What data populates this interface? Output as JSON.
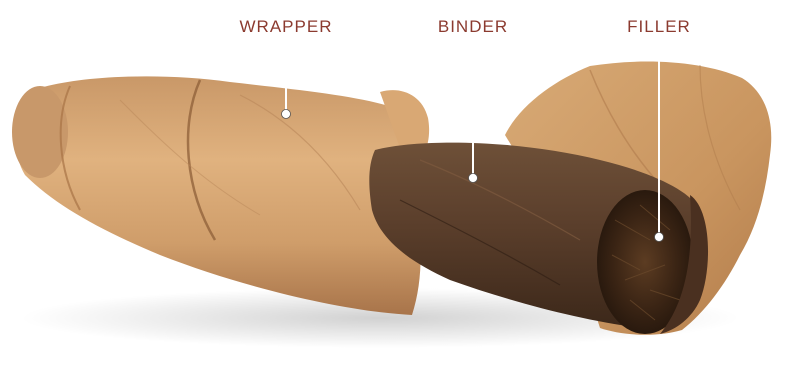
{
  "labels": {
    "wrapper": "WRAPPER",
    "binder": "BINDER",
    "filler": "FILLER"
  },
  "colors": {
    "label_text": "#8b3a2f",
    "leader_line": "#ffffff",
    "wrapper_leaf": "#d2a474",
    "binder_leaf": "#5a3e2b",
    "filler_tobacco": "#3a2414",
    "background": "#ffffff"
  },
  "icons": [
    "callout-dot"
  ]
}
